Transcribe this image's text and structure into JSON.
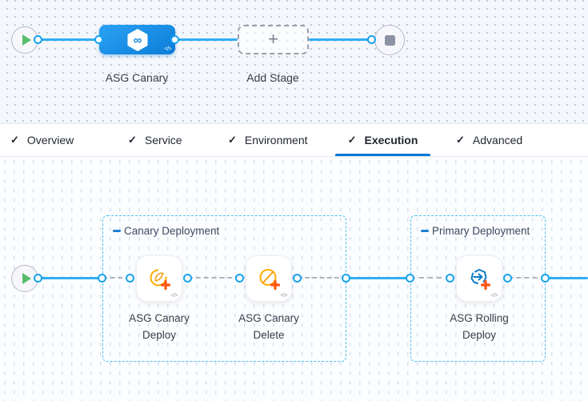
{
  "stage_pipeline": {
    "stage": {
      "name": "ASG Canary",
      "icon": "harness-cd-hexagon-icon",
      "icon_glyph": "∞",
      "code_icon": "</>"
    },
    "add_stage": {
      "label": "Add Stage",
      "plus_glyph": "+"
    }
  },
  "tabs": {
    "check_glyph": "✓",
    "items": [
      {
        "label": "Overview",
        "active": false
      },
      {
        "label": "Service",
        "active": false
      },
      {
        "label": "Environment",
        "active": false
      },
      {
        "label": "Execution",
        "active": true
      },
      {
        "label": "Advanced",
        "active": false
      }
    ]
  },
  "execution": {
    "groups": [
      {
        "title": "Canary Deployment",
        "steps": [
          {
            "line1": "ASG Canary",
            "line2": "Deploy",
            "icon": "asg-canary-deploy-icon",
            "code_icon": "</>"
          },
          {
            "line1": "ASG Canary",
            "line2": "Delete",
            "icon": "asg-canary-delete-icon",
            "code_icon": "</>"
          }
        ]
      },
      {
        "title": "Primary Deployment",
        "steps": [
          {
            "line1": "ASG Rolling",
            "line2": "Deploy",
            "icon": "asg-rolling-deploy-icon",
            "code_icon": "</>"
          }
        ]
      }
    ]
  },
  "colors": {
    "connector_blue": "#31aef2",
    "port_border": "#18a3ef",
    "stage_gradient_start": "#2ba2f3",
    "stage_gradient_end": "#0b7cd8",
    "active_tab_underline": "#0278d5",
    "group_border": "#4ac0f2",
    "asg_icon_orange": "#ffab00",
    "asg_icon_accent": "#ff5310",
    "rolling_icon_blue": "#0b7cc9",
    "play_green": "#57bd6b",
    "stop_gray": "#8c92a4"
  }
}
